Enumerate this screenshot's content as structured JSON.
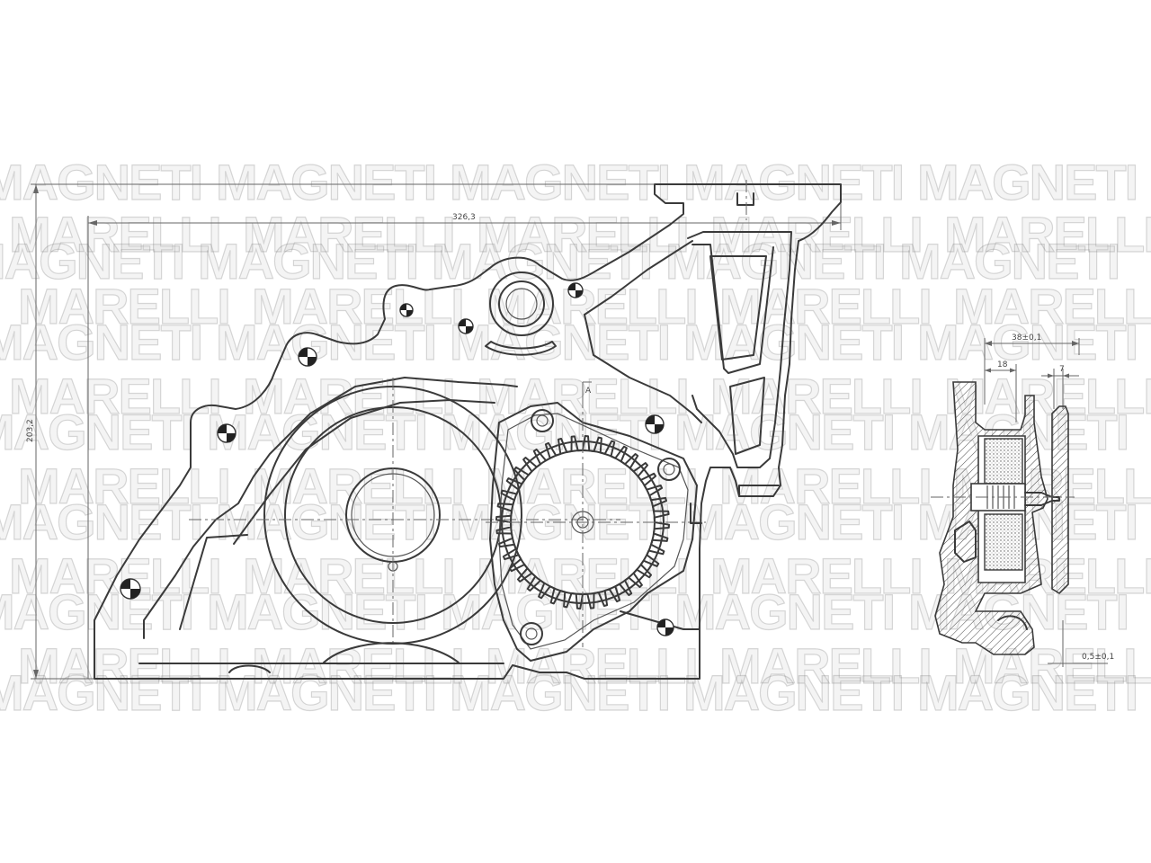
{
  "watermark": {
    "word_a": "MAGNETI",
    "word_b": "MARELLI"
  },
  "dimensions": {
    "overall_width": "326,3",
    "overall_height": "203,2",
    "section_width_outer": "38±0,1",
    "section_width_inner": "18",
    "section_offset": "7",
    "section_bottom": "0,5±0,1"
  },
  "section_marker": "A"
}
